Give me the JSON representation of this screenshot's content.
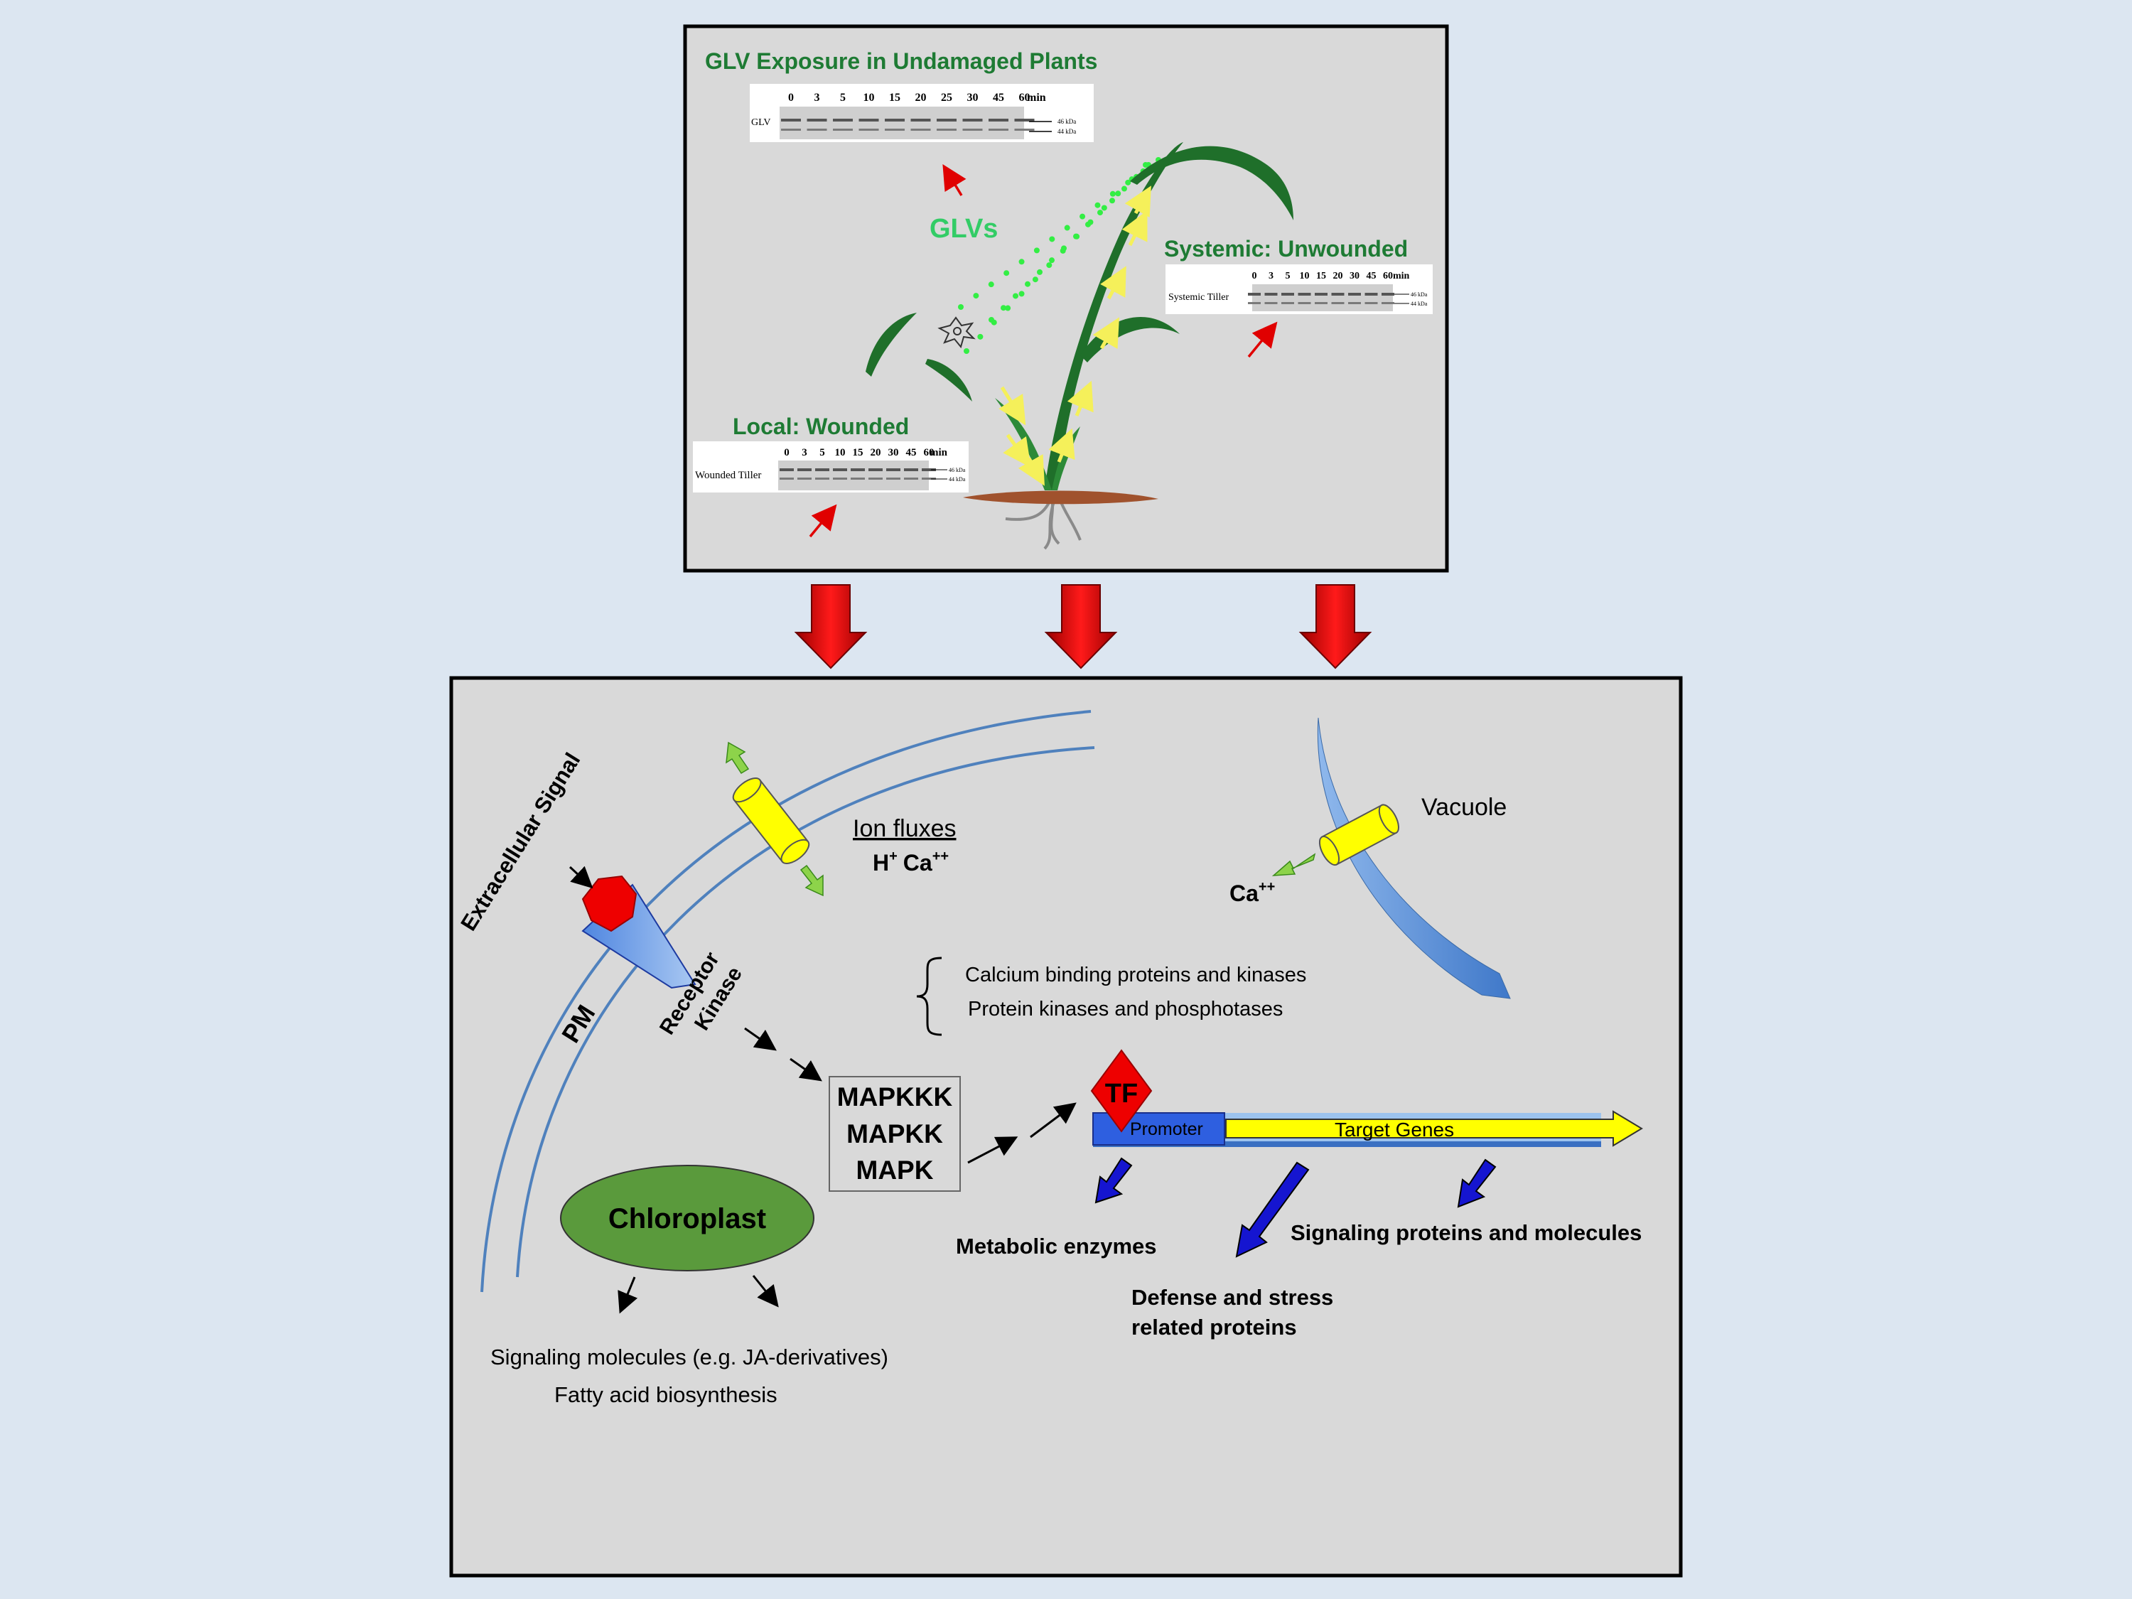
{
  "top_panel": {
    "title": "GLV Exposure in Undamaged Plants",
    "glvs_label": "GLVs",
    "glv_blot": {
      "row_label": "GLV",
      "times": [
        "0",
        "3",
        "5",
        "10",
        "15",
        "20",
        "25",
        "30",
        "45",
        "60"
      ],
      "unit": "min",
      "band_high": "46 kDa",
      "band_low": "44 kDa"
    },
    "local": {
      "title": "Local: Wounded",
      "row_label": "Wounded Tiller",
      "times": [
        "0",
        "3",
        "5",
        "10",
        "15",
        "20",
        "30",
        "45",
        "60"
      ],
      "unit": "min",
      "band_high": "46 kDa",
      "band_low": "44 kDa"
    },
    "systemic": {
      "title": "Systemic: Unwounded",
      "row_label": "Systemic Tiller",
      "times": [
        "0",
        "3",
        "5",
        "10",
        "15",
        "20",
        "30",
        "45",
        "60"
      ],
      "unit": "min",
      "band_high": "46 kDa",
      "band_low": "44 kDa"
    }
  },
  "cell_panel": {
    "extracellular_signal": "Extracellular Signal",
    "pm_label": "PM",
    "receptor_kinase": [
      "Receptor",
      "Kinase"
    ],
    "ion_fluxes": "Ion fluxes",
    "ion_h": "H",
    "ion_h_sup": "+",
    "ion_ca": "Ca",
    "ion_ca_sup": "++",
    "vacuole": "Vacuole",
    "vacuole_ca": "Ca",
    "vacuole_ca_sup": "++",
    "calcium_proteins": "Calcium binding proteins and kinases",
    "protein_kinases": "Protein kinases and phosphotases",
    "mapk_cascade": [
      "MAPKKK",
      "MAPKK",
      "MAPK"
    ],
    "tf": "TF",
    "promoter": "Promoter",
    "target_genes": "Target Genes",
    "chloroplast": "Chloroplast",
    "signaling_molecules": "Signaling molecules (e.g. JA-derivatives)",
    "fatty_acid": "Fatty acid biosynthesis",
    "metabolic_enzymes": "Metabolic enzymes",
    "defense_proteins": [
      "Defense and stress",
      "related proteins"
    ],
    "signaling_proteins": "Signaling proteins and molecules"
  },
  "colors": {
    "background": "#dce6f1",
    "panel": "#d9d9d9",
    "title_green": "#1e7b34",
    "glv_green": "#33cc66",
    "big_arrow_red": "#d40000",
    "membrane_blue": "#4f81bd",
    "channel_yellow": "#ffff00",
    "chloroplast_green": "#5a9a3c",
    "promoter_blue": "#2e5fe0"
  }
}
